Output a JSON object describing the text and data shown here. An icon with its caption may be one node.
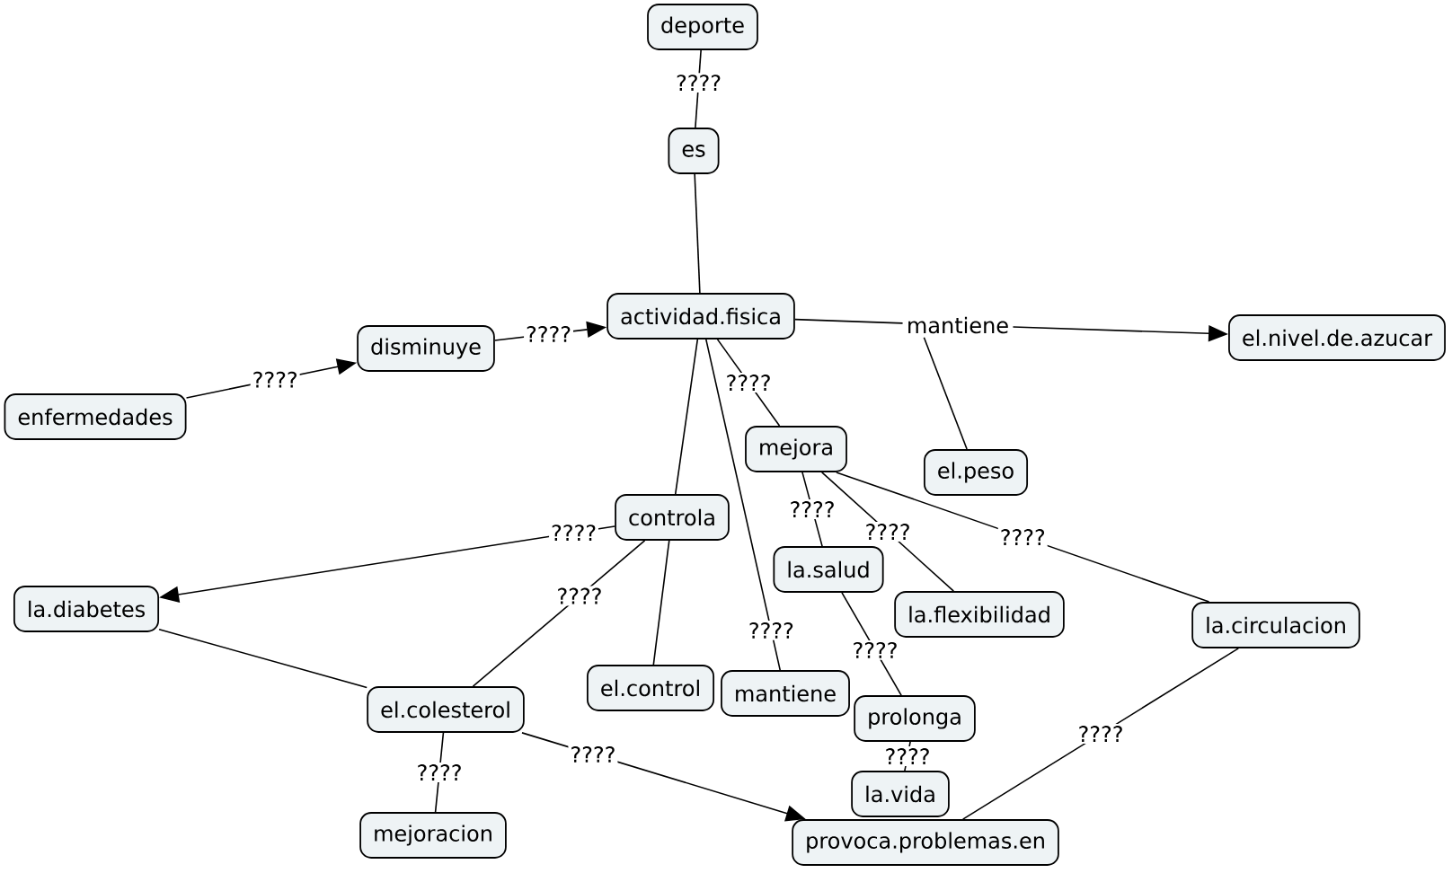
{
  "diagram": {
    "nodes": [
      {
        "text": [
          "deporte"
        ]
      },
      {
        "text": [
          "es"
        ]
      },
      {
        "text": [
          "actividad.fisica"
        ]
      },
      {
        "text": [
          "mantiene"
        ]
      },
      {
        "text": [
          "el.nivel.de.azucar"
        ]
      },
      {
        "text": [
          "disminuye"
        ]
      },
      {
        "text": [
          "enfermedades"
        ]
      },
      {
        "text": [
          "mejora"
        ]
      },
      {
        "text": [
          "el.peso"
        ]
      },
      {
        "text": [
          "controla"
        ]
      },
      {
        "text": [
          "la.salud"
        ]
      },
      {
        "text": [
          "la.diabetes"
        ]
      },
      {
        "text": [
          "la.flexibilidad"
        ]
      },
      {
        "text": [
          "la.circulacion"
        ]
      },
      {
        "text": [
          "el.control"
        ]
      },
      {
        "text": [
          "mantiene"
        ]
      },
      {
        "text": [
          "el.colesterol"
        ]
      },
      {
        "text": [
          "prolonga"
        ]
      },
      {
        "text": [
          "la.vida"
        ]
      },
      {
        "text": [
          "mejoracion"
        ]
      },
      {
        "text": [
          "provoca.problemas.en"
        ]
      }
    ],
    "edges": [
      {
        "from": 0,
        "to": 1,
        "arrow": "none",
        "label": "????"
      },
      {
        "from": 1,
        "to": 2,
        "arrow": "none"
      },
      {
        "from": 6,
        "to": 5,
        "arrow": "to",
        "label": "????"
      },
      {
        "from": 5,
        "to": 2,
        "arrow": "to",
        "label": "????"
      },
      {
        "from": 2,
        "to": 3,
        "arrow": "none"
      },
      {
        "from": 3,
        "to": 4,
        "arrow": "to"
      },
      {
        "from": 3,
        "to": 8,
        "arrow": "none"
      },
      {
        "from": 2,
        "to": 7,
        "arrow": "none",
        "label": "????"
      },
      {
        "from": 2,
        "to": 9,
        "arrow": "none"
      },
      {
        "from": 2,
        "to": 15,
        "arrow": "none",
        "label": "????"
      },
      {
        "from": 9,
        "to": 11,
        "arrow": "to",
        "label": "????"
      },
      {
        "from": 9,
        "to": 16,
        "arrow": "none",
        "label": "????"
      },
      {
        "from": 9,
        "to": 14,
        "arrow": "none"
      },
      {
        "from": 7,
        "to": 10,
        "arrow": "none",
        "label": "????"
      },
      {
        "from": 7,
        "to": 12,
        "arrow": "none",
        "label": "????"
      },
      {
        "from": 7,
        "to": 13,
        "arrow": "none",
        "label": "????"
      },
      {
        "from": 10,
        "to": 17,
        "arrow": "none",
        "label": "????"
      },
      {
        "from": 17,
        "to": 18,
        "arrow": "none",
        "label": "????"
      },
      {
        "from": 13,
        "to": 20,
        "arrow": "none",
        "label": "????"
      },
      {
        "from": 11,
        "to": 16,
        "arrow": "none"
      },
      {
        "from": 16,
        "to": 20,
        "arrow": "to",
        "label": "????"
      },
      {
        "from": 16,
        "to": 19,
        "arrow": "none",
        "label": "????"
      }
    ]
  }
}
